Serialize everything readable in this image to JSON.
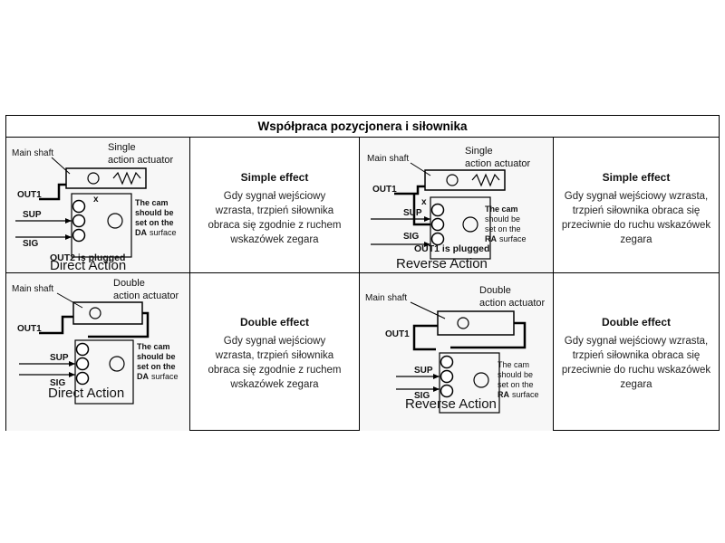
{
  "title": "Współpraca pozycjonera i siłownika",
  "cells": {
    "da_single": {
      "main_shaft": "Main shaft",
      "actuator_line1": "Single",
      "actuator_line2": "action actuator",
      "out": "OUT1",
      "x": "x",
      "sup": "SUP",
      "sig": "SIG",
      "cam_line1": "The cam",
      "cam_line2": "should be",
      "cam_line3": "set on the",
      "cam_bold": "DA",
      "cam_line4": "surface",
      "plugged": "OUT2 is plugged",
      "caption": "Direct Action"
    },
    "ra_single": {
      "main_shaft": "Main shaft",
      "actuator_line1": "Single",
      "actuator_line2": "action actuator",
      "out": "OUT1",
      "x": "x",
      "sup": "SUP",
      "sig": "SIG",
      "cam_line1": "The cam",
      "cam_line2": "should be",
      "cam_line3": "set on the",
      "cam_bold": "RA",
      "cam_line4": "surface",
      "plugged": "OUT1 is plugged",
      "caption": "Reverse Action"
    },
    "da_double": {
      "main_shaft": "Main shaft",
      "actuator_line1": "Double",
      "actuator_line2": "action actuator",
      "out": "OUT1",
      "sup": "SUP",
      "sig": "SIG",
      "cam_line1": "The cam",
      "cam_line2": "should be",
      "cam_line3": "set on the",
      "cam_bold": "DA",
      "cam_line4": "surface",
      "caption": "Direct Action"
    },
    "ra_double": {
      "main_shaft": "Main shaft",
      "actuator_line1": "Double",
      "actuator_line2": "action actuator",
      "out": "OUT1",
      "sup": "SUP",
      "sig": "SIG",
      "cam_line1": "The cam",
      "cam_line2": "should be",
      "cam_line3": "set on the",
      "cam_bold": "RA",
      "cam_line4": "surface",
      "caption": "Reverse Action"
    }
  },
  "texts": {
    "simple_da": {
      "heading": "Simple effect",
      "line1": "Gdy sygnał wejściowy",
      "line2": "wzrasta, trzpień siłownika",
      "line3": "obraca się zgodnie z ruchem",
      "line4": "wskazówek zegara"
    },
    "simple_ra": {
      "heading": "Simple effect",
      "line1": "Gdy sygnał wejściowy wzrasta,",
      "line2": "trzpień siłownika obraca się",
      "line3": "przeciwnie do ruchu wskazówek",
      "line4": "zegara"
    },
    "double_da": {
      "heading": "Double effect",
      "line1": "Gdy sygnał wejściowy",
      "line2": "wzrasta, trzpień siłownika",
      "line3": "obraca się zgodnie z ruchem",
      "line4": "wskazówek zegara"
    },
    "double_ra": {
      "heading": "Double effect",
      "line1": "Gdy sygnał wejściowy wzrasta,",
      "line2": "trzpień siłownika obraca się",
      "line3": "przeciwnie do ruchu wskazówek",
      "line4": "zegara"
    }
  },
  "colors": {
    "border": "#000000",
    "text": "#222222",
    "diagram_bg": "#f7f7f7"
  }
}
